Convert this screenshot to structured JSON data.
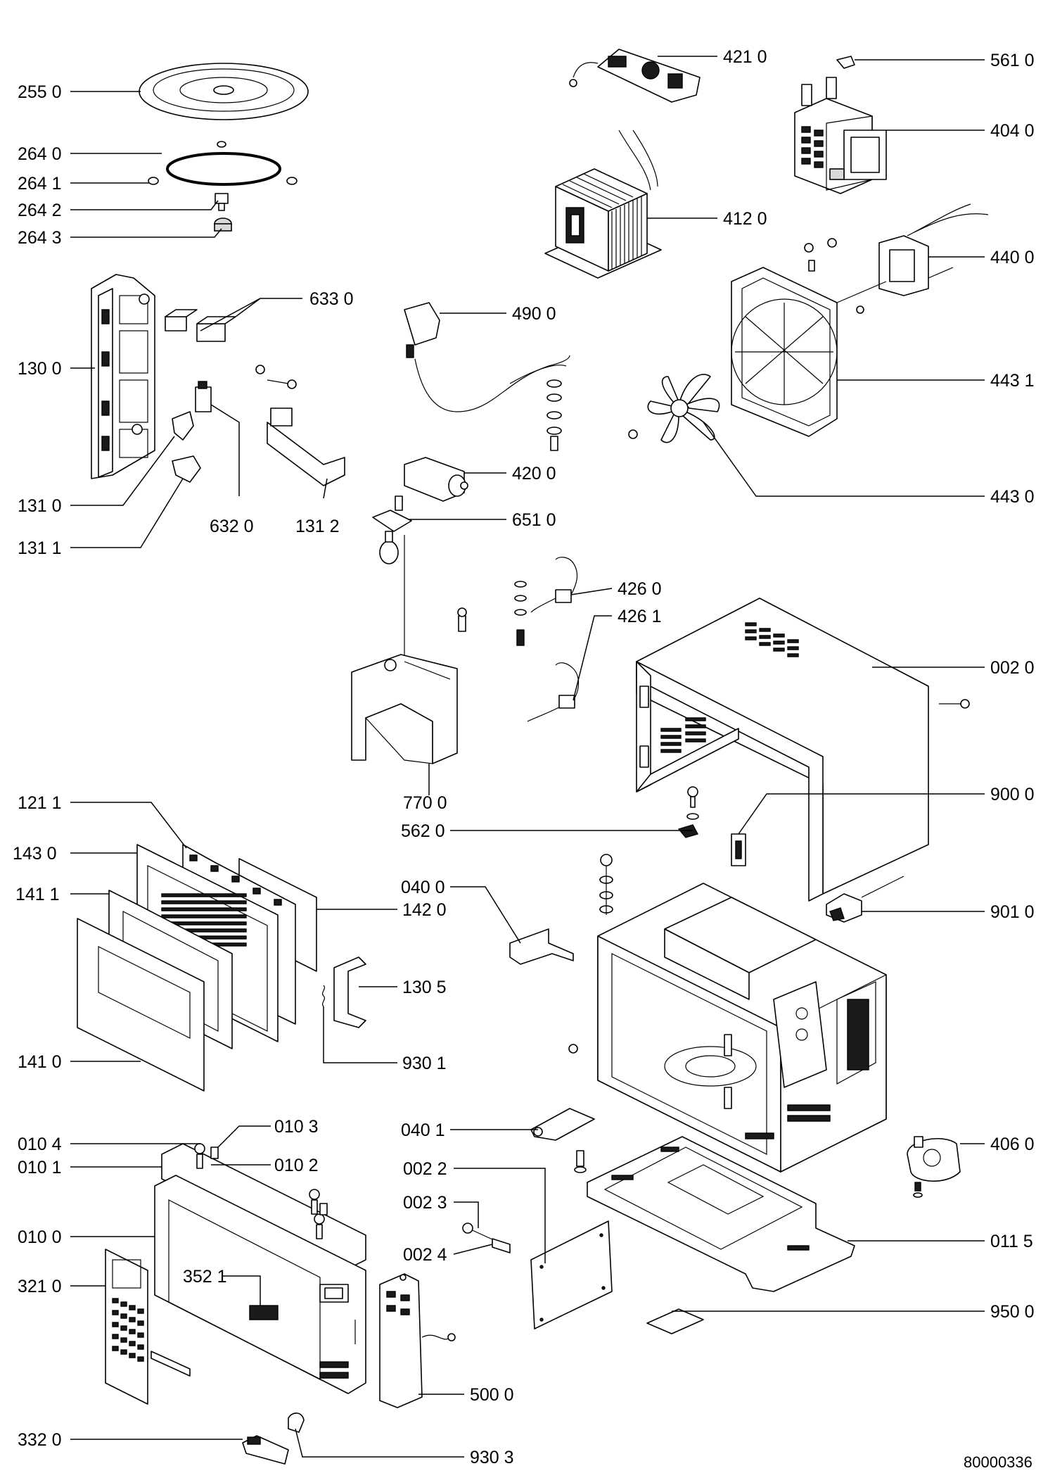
{
  "drawing": {
    "id": "80000336",
    "labels": {
      "l2550": "255 0",
      "l2640": "264 0",
      "l2641": "264 1",
      "l2642": "264 2",
      "l2643": "264 3",
      "l1300": "130 0",
      "l6330": "633 0",
      "l1310": "131 0",
      "l1311": "131 1",
      "l6320": "632 0",
      "l1312": "131 2",
      "l4210": "421 0",
      "l5610": "561 0",
      "l4040": "404 0",
      "l4120": "412 0",
      "l4400": "440 0",
      "l4900": "490 0",
      "l4431": "443 1",
      "l4430": "443 0",
      "l4200": "420 0",
      "l6510": "651 0",
      "l4260": "426 0",
      "l4261": "426 1",
      "l0020": "002 0",
      "l7700": "770 0",
      "l1211": "121 1",
      "l9000": "900 0",
      "l5620": "562 0",
      "l1430": "143 0",
      "l0400": "040 0",
      "l1411": "141 1",
      "l1420": "142 0",
      "l9010": "901 0",
      "l1305": "130 5",
      "l1410": "141 0",
      "l9301": "930 1",
      "l0103": "010 3",
      "l0104": "010 4",
      "l0401": "040 1",
      "l4060": "406 0",
      "l0101": "010 1",
      "l0102": "010 2",
      "l0022": "002 2",
      "l0023": "002 3",
      "l0100": "010 0",
      "l0115": "011 5",
      "l0024": "002 4",
      "l3521": "352 1",
      "l3210": "321 0",
      "l9500": "950 0",
      "l5000": "500 0",
      "l3320": "332 0",
      "l9303": "930 3"
    }
  }
}
